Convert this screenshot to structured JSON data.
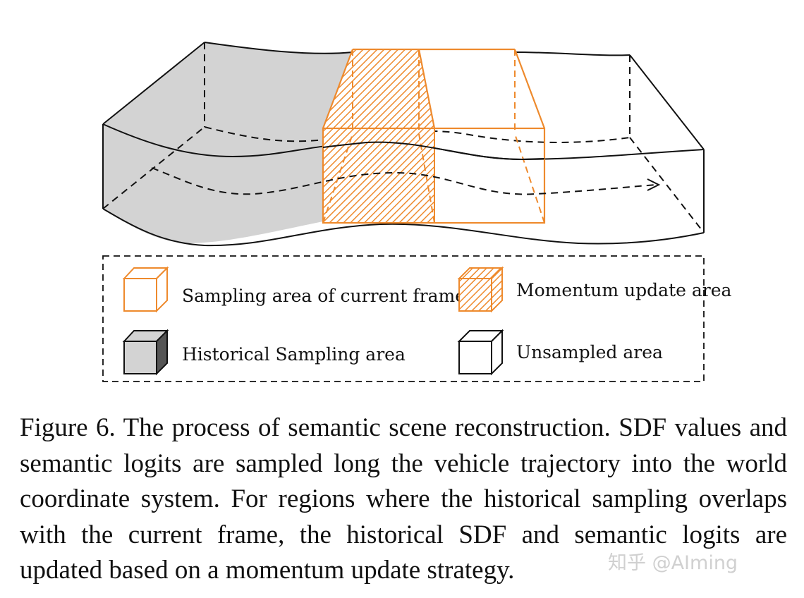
{
  "legend": {
    "sampling_current": "Sampling area of current frame",
    "momentum": "Momentum update area",
    "historical": "Historical Sampling area",
    "unsampled": "Unsampled area"
  },
  "caption": "Figure 6. The process of semantic scene reconstruction. SDF values and semantic logits are sampled long the vehicle trajectory into the world coordinate system. For regions where the historical sampling overlaps with the current frame, the historical SDF and semantic logits are updated based on a momentum update strategy.",
  "watermark": "知乎 @AIming",
  "colors": {
    "orange": "#ee8a2d",
    "historical_gray": "#d3d3d3",
    "dark_side": "#555555",
    "line": "#111111"
  }
}
